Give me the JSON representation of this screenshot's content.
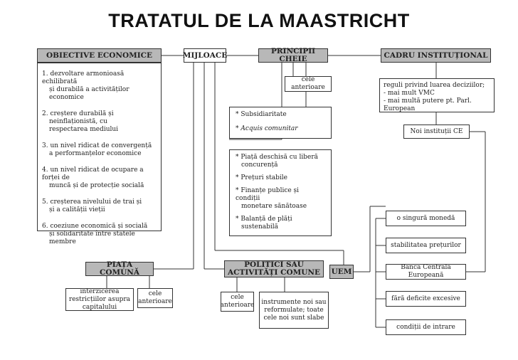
{
  "title": "TRATATUL DE LA MAASTRICHT",
  "objective": {
    "header": "OBIECTIVE ECONOMICE",
    "items": [
      {
        "l1": "1. dezvoltare armonioasă echilibrată",
        "l2": "și durabilă a activităților economice",
        "l3": ""
      },
      {
        "l1": "2. creștere durabilă și",
        "l2": "neinflaționistă, cu",
        "l3": "respectarea mediului"
      },
      {
        "l1": "3. un nivel ridicat de convergență",
        "l2": "a performanțelor economice",
        "l3": ""
      },
      {
        "l1": "4. un nivel ridicat de ocupare a forței de",
        "l2": "muncă și de protecție socială",
        "l3": ""
      },
      {
        "l1": "5. creșterea nivelului de trai și",
        "l2": "și a calității vieții",
        "l3": ""
      },
      {
        "l1": "6. coeziune economică și socială",
        "l2": "și solidaritate între statele membre",
        "l3": ""
      }
    ]
  },
  "mijloace": "MIJLOACE",
  "principii": {
    "header": "PRINCIPII CHEIE",
    "anterioare": "cele anterioare",
    "box1": [
      "* Subsidiaritate",
      "* Acquis comunitar"
    ],
    "box2": [
      "* Piață deschisă cu liberă",
      "concurență",
      "* Prețuri stabile",
      "* Finanțe publice și condiții",
      "monetare sănătoase",
      "* Balanță de plăți",
      "sustenabilă"
    ]
  },
  "cadru": {
    "header": "CADRU INSTITUȚIONAL",
    "lines": [
      "reguli privind luarea deciziilor;",
      "- mai mult VMC",
      "- mai multă putere pt. Parl. European"
    ],
    "noi": "Noi instituții CE"
  },
  "piata": {
    "header": "PIAȚA COMUNĂ",
    "left": "interzicerea restricțiilor asupra capitalului",
    "right": "cele anterioare"
  },
  "politici": {
    "header": "POLITICI SAU ACTIVITĂȚI COMUNE",
    "left": "cele anterioare",
    "right": "instrumente noi sau reformulate; toate cele noi sunt slabe"
  },
  "uem": "UEM",
  "uem_items": [
    "o singură monedă",
    "stabilitatea prețurilor",
    "Banca Centrală Europeană",
    "fără deficite excesive",
    "condiții de intrare"
  ]
}
